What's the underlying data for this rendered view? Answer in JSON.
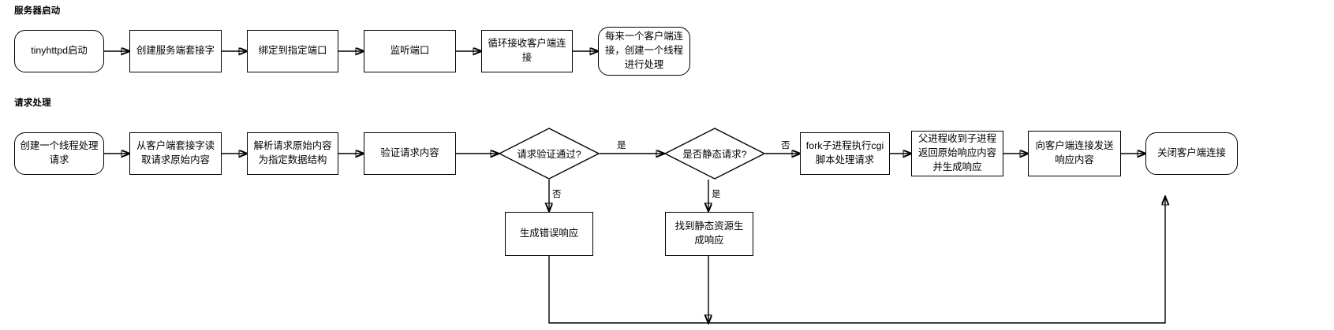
{
  "diagram": {
    "title_server_start": "服务器启动",
    "title_request_handling": "请求处理",
    "accent_color": "#000000",
    "background_color": "#ffffff",
    "sections": [
      {
        "id": "server-start",
        "label": "服务器启动",
        "nodes": [
          {
            "id": "n1",
            "shape": "rounded",
            "text": "tinyhttpd启动"
          },
          {
            "id": "n2",
            "shape": "rect",
            "text": "创建服务端套接字"
          },
          {
            "id": "n3",
            "shape": "rect",
            "text": "绑定到指定端口"
          },
          {
            "id": "n4",
            "shape": "rect",
            "text": "监听端口"
          },
          {
            "id": "n5",
            "shape": "rect",
            "text": "循环接收客户端连接"
          },
          {
            "id": "n6",
            "shape": "rounded",
            "text": "每来一个客户端连接，创建一个线程进行处理"
          }
        ]
      },
      {
        "id": "request-handling",
        "label": "请求处理",
        "nodes": [
          {
            "id": "m1",
            "shape": "rounded",
            "text": "创建一个线程处理请求"
          },
          {
            "id": "m2",
            "shape": "rect",
            "text": "从客户端套接字读取请求原始内容"
          },
          {
            "id": "m3",
            "shape": "rect",
            "text": "解析请求原始内容为指定数据结构"
          },
          {
            "id": "m4",
            "shape": "rect",
            "text": "验证请求内容"
          },
          {
            "id": "d1",
            "shape": "diamond",
            "text": "请求验证通过?"
          },
          {
            "id": "d2",
            "shape": "diamond",
            "text": "是否静态请求?"
          },
          {
            "id": "m5",
            "shape": "rect",
            "text": "fork子进程执行cgi脚本处理请求"
          },
          {
            "id": "m6",
            "shape": "rect",
            "text": "父进程收到子进程返回原始响应内容并生成响应"
          },
          {
            "id": "m7",
            "shape": "rect",
            "text": "向客户端连接发送响应内容"
          },
          {
            "id": "m8",
            "shape": "rounded",
            "text": "关闭客户端连接"
          },
          {
            "id": "b1",
            "shape": "rect",
            "text": "生成错误响应"
          },
          {
            "id": "b2",
            "shape": "rect",
            "text": "找到静态资源生成响应"
          }
        ]
      }
    ],
    "edge_labels": {
      "d1_yes": "是",
      "d1_no": "否",
      "d2_no": "否",
      "d2_yes": "是"
    }
  }
}
